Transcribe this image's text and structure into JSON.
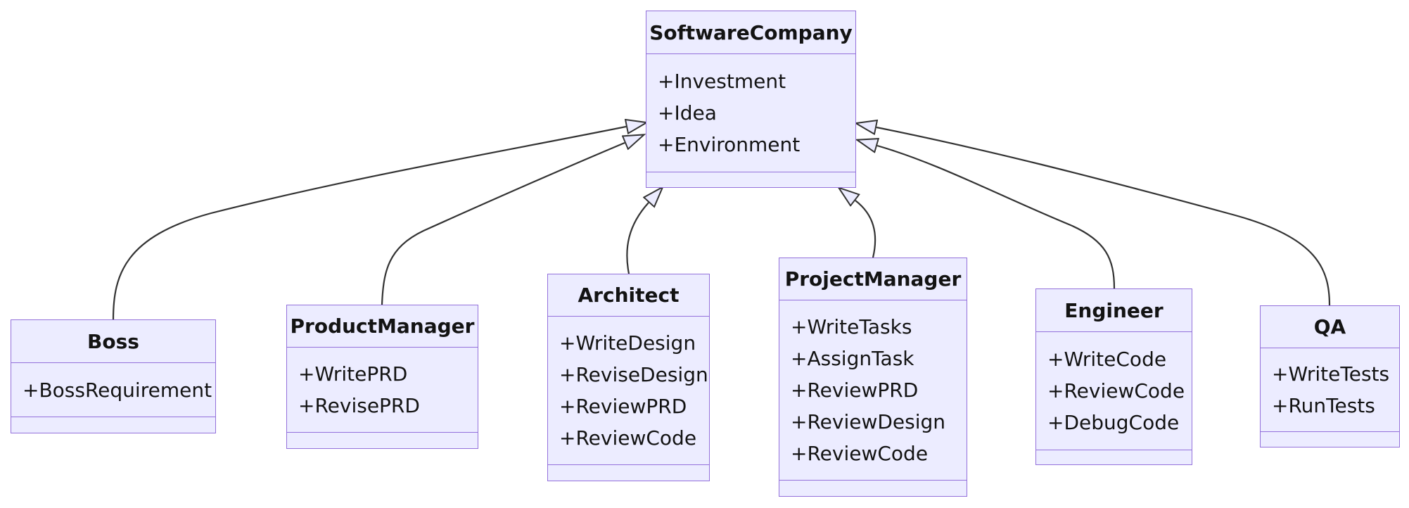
{
  "diagram": {
    "type": "uml-class-diagram",
    "colors": {
      "node_fill": "#ECECFF",
      "node_border": "#9370DB",
      "edge_color": "#333333",
      "arrowhead_fill": "#ECECFF",
      "text_color": "#131313",
      "background": "#FFFFFF"
    },
    "classes": {
      "software_company": {
        "title": "SoftwareCompany",
        "attributes": [
          "+Investment",
          "+Idea",
          "+Environment"
        ],
        "methods": []
      },
      "boss": {
        "title": "Boss",
        "attributes": [
          "+BossRequirement"
        ],
        "methods": []
      },
      "product_manager": {
        "title": "ProductManager",
        "attributes": [
          "+WritePRD",
          "+RevisePRD"
        ],
        "methods": []
      },
      "architect": {
        "title": "Architect",
        "attributes": [
          "+WriteDesign",
          "+ReviseDesign",
          "+ReviewPRD",
          "+ReviewCode"
        ],
        "methods": []
      },
      "project_manager": {
        "title": "ProjectManager",
        "attributes": [
          "+WriteTasks",
          "+AssignTask",
          "+ReviewPRD",
          "+ReviewDesign",
          "+ReviewCode"
        ],
        "methods": []
      },
      "engineer": {
        "title": "Engineer",
        "attributes": [
          "+WriteCode",
          "+ReviewCode",
          "+DebugCode"
        ],
        "methods": []
      },
      "qa": {
        "title": "QA",
        "attributes": [
          "+WriteTests",
          "+RunTests"
        ],
        "methods": []
      }
    },
    "relationships": [
      {
        "from": "Boss",
        "to": "SoftwareCompany",
        "type": "inheritance"
      },
      {
        "from": "ProductManager",
        "to": "SoftwareCompany",
        "type": "inheritance"
      },
      {
        "from": "Architect",
        "to": "SoftwareCompany",
        "type": "inheritance"
      },
      {
        "from": "ProjectManager",
        "to": "SoftwareCompany",
        "type": "inheritance"
      },
      {
        "from": "Engineer",
        "to": "SoftwareCompany",
        "type": "inheritance"
      },
      {
        "from": "QA",
        "to": "SoftwareCompany",
        "type": "inheritance"
      }
    ]
  }
}
